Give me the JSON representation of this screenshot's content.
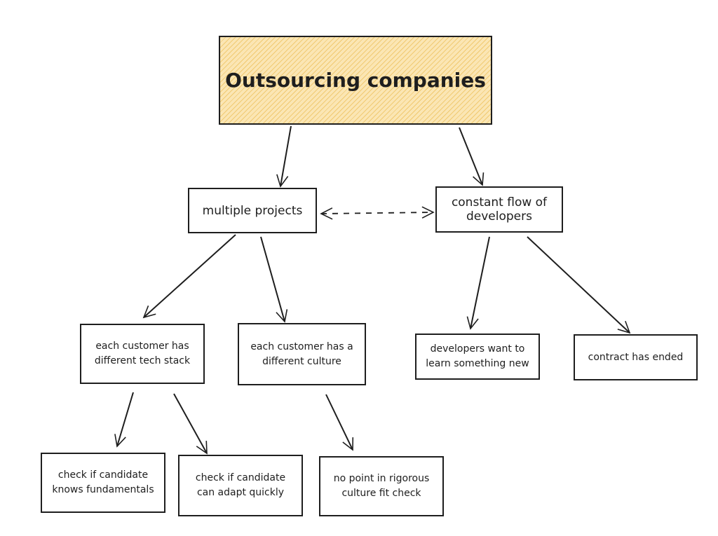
{
  "diagram": {
    "root": {
      "label": "Outsourcing companies"
    },
    "multiple_projects": {
      "label": "multiple projects"
    },
    "constant_flow": {
      "label": "constant flow of\ndevelopers"
    },
    "diff_tech_stack": {
      "label": "each customer has\ndifferent tech stack"
    },
    "diff_culture": {
      "label": "each customer has a\ndifferent culture"
    },
    "learn_new": {
      "label": "developers want to\nlearn something new"
    },
    "contract_ended": {
      "label": "contract has ended"
    },
    "check_fundamentals": {
      "label": "check if candidate\nknows fundamentals"
    },
    "check_adapt": {
      "label": "check if candidate\ncan adapt quickly"
    },
    "no_culture_check": {
      "label": "no point in rigorous\nculture fit check"
    }
  },
  "colors": {
    "stroke": "#1e1e1e",
    "root_fill": "#fbe6b4",
    "root_hatch": "#e8b23c"
  }
}
